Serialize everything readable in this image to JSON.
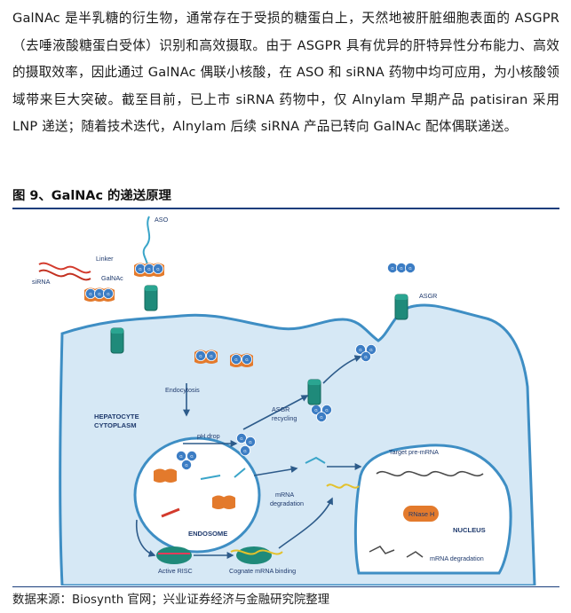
{
  "paragraph": "GalNAc 是半乳糖的衍生物，通常存在于受损的糖蛋白上，天然地被肝脏细胞表面的 ASGPR（去唾液酸糖蛋白受体）识别和高效摄取。由于 ASGPR 具有优异的肝特异性分布能力、高效的摄取效率，因此通过 GalNAc 偶联小核酸，在 ASO 和 siRNA 药物中均可应用，为小核酸领域带来巨大突破。截至目前，已上市 siRNA 药物中，仅 Alnylam 早期产品 patisiran 采用 LNP 递送；随着技术迭代，Alnylam 后续 siRNA 产品已转向 GalNAc 配体偶联递送。",
  "figure": {
    "title": "图 9、GalNAc 的递送原理",
    "labels": {
      "aso": "ASO",
      "linker": "Linker",
      "sirna": "siRNA",
      "galnac": "GalNAc",
      "asgr": "ASGR",
      "endocytosis": "Endocytosis",
      "hepatocyte_1": "HEPATOCYTE",
      "hepatocyte_2": "CYTOPLASM",
      "ph_drop": "pH drop",
      "asgr_recycling_1": "ASGR",
      "asgr_recycling_2": "recycling",
      "target_pre_mrna": "Target pre-mRNA",
      "rnase_h": "RNase H",
      "nucleus": "NUCLEUS",
      "mrna_degradation_nucleus": "mRNA degradation",
      "mrna_degradation_1": "mRNA",
      "mrna_degradation_2": "degradation",
      "endosome": "ENDOSOME",
      "active_risc": "Active RISC",
      "cognate_binding": "Cognate mRNA binding"
    }
  },
  "source": "数据来源：Biosynth 官网；兴业证券经济与金融研究院整理",
  "colors": {
    "title_rule": "#1a3d7c",
    "cell_fill": "#d6e8f5",
    "membrane": "#3e8ec4",
    "receptor": "#1f8a7a",
    "galnac_orange": "#e37a2c",
    "galnac_blue": "#3c7dc4",
    "label_blue": "#1f3a6d"
  }
}
